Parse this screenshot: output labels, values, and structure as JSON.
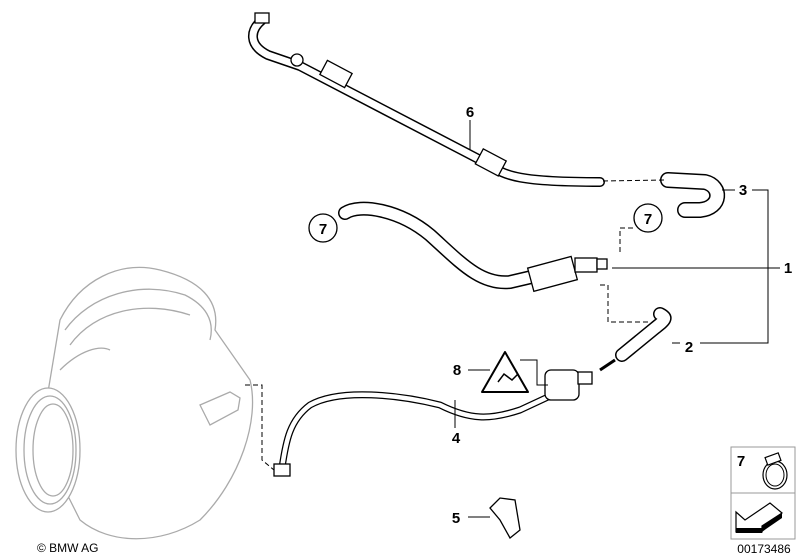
{
  "diagram": {
    "part_labels": {
      "p1": "1",
      "p2": "2",
      "p3": "3",
      "p4": "4",
      "p5": "5",
      "p6": "6",
      "p7a": "7",
      "p7b": "7",
      "p8": "8"
    },
    "inset": {
      "label": "7"
    },
    "copyright": "© BMW AG",
    "drawing_number": "00173486"
  }
}
